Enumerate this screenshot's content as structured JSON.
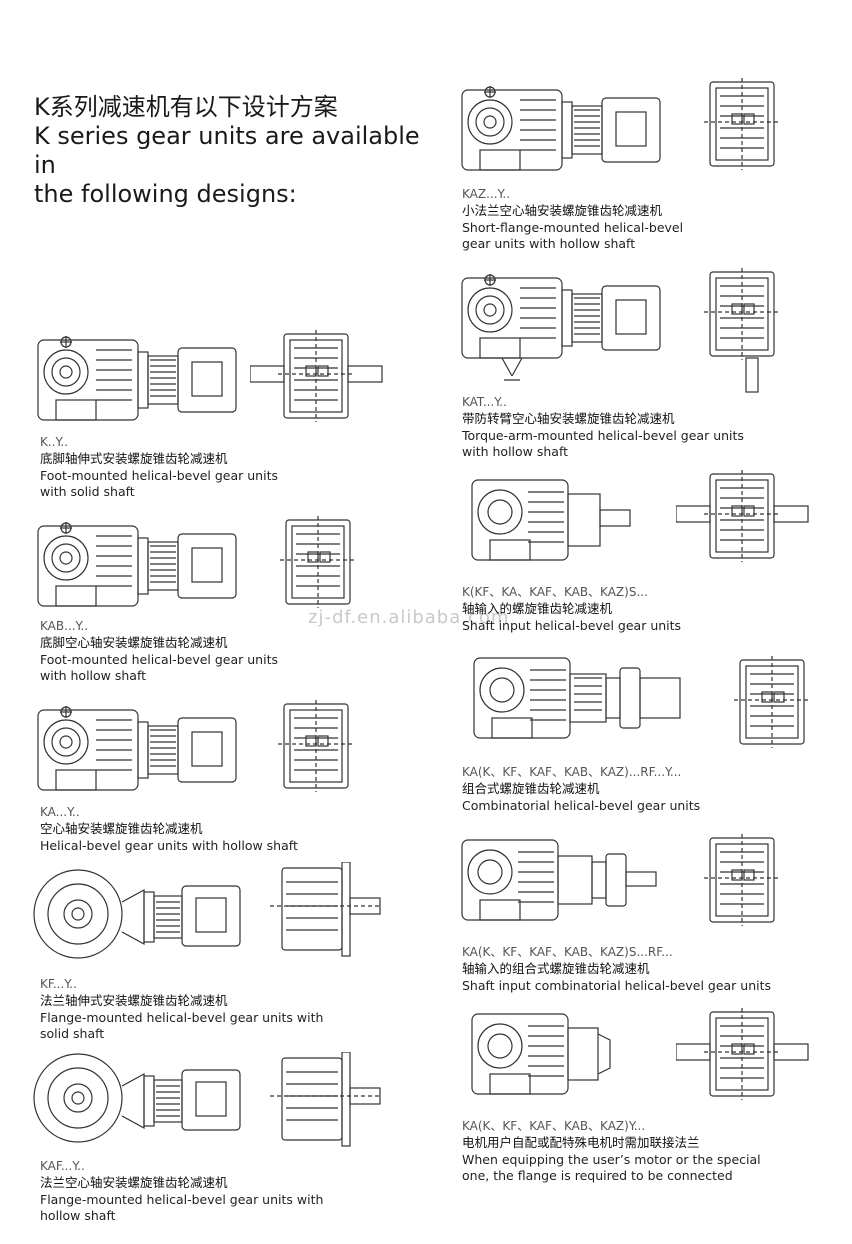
{
  "title": {
    "cn": "K系列减速机有以下设计方案",
    "en_line1": "K series gear units are available in",
    "en_line2": "the following designs:"
  },
  "watermark": "zj-df.en.alibaba.com",
  "items": [
    {
      "code": "K..Y..",
      "cn": "底脚轴伸式安装螺旋锥齿轮减速机",
      "en1": "Foot-mounted helical-bevel gear units",
      "en2": "with solid shaft"
    },
    {
      "code": "KAB...Y..",
      "cn": "底脚空心轴安装螺旋锥齿轮减速机",
      "en1": "Foot-mounted helical-bevel gear units",
      "en2": "with hollow shaft"
    },
    {
      "code": "KA...Y..",
      "cn": "空心轴安装螺旋锥齿轮减速机",
      "en1": "Helical-bevel gear units with hollow shaft",
      "en2": ""
    },
    {
      "code": "KF...Y..",
      "cn": "法兰轴伸式安装螺旋锥齿轮减速机",
      "en1": "Flange-mounted helical-bevel gear units with",
      "en2": "solid shaft"
    },
    {
      "code": "KAF...Y..",
      "cn": "法兰空心轴安装螺旋锥齿轮减速机",
      "en1": "Flange-mounted helical-bevel gear units with",
      "en2": "hollow shaft"
    },
    {
      "code": "KAZ...Y..",
      "cn": "小法兰空心轴安装螺旋锥齿轮减速机",
      "en1": "Short-flange-mounted helical-bevel",
      "en2": "gear units with hollow shaft"
    },
    {
      "code": "KAT...Y..",
      "cn": "带防转臂空心轴安装螺旋锥齿轮减速机",
      "en1": "Torque-arm-mounted helical-bevel gear units",
      "en2": "with hollow shaft"
    },
    {
      "code": "K(KF、KA、KAF、KAB、KAZ)S...",
      "cn": "轴输入的螺旋锥齿轮减速机",
      "en1": "Shaft input helical-bevel gear units",
      "en2": ""
    },
    {
      "code": "KA(K、KF、KAF、KAB、KAZ)...RF...Y...",
      "cn": "组合式螺旋锥齿轮减速机",
      "en1": "Combinatorial helical-bevel gear units",
      "en2": ""
    },
    {
      "code": "KA(K、KF、KAF、KAB、KAZ)S...RF...",
      "cn": "轴输入的组合式螺旋锥齿轮减速机",
      "en1": "Shaft input combinatorial helical-bevel gear units",
      "en2": ""
    },
    {
      "code": "KA(K、KF、KAF、KAB、KAZ)Y...",
      "cn": "电机用户自配或配特殊电机时需加联接法兰",
      "en1": "When equipping the user’s motor or the special",
      "en2": "one, the flange is required to be connected"
    }
  ]
}
